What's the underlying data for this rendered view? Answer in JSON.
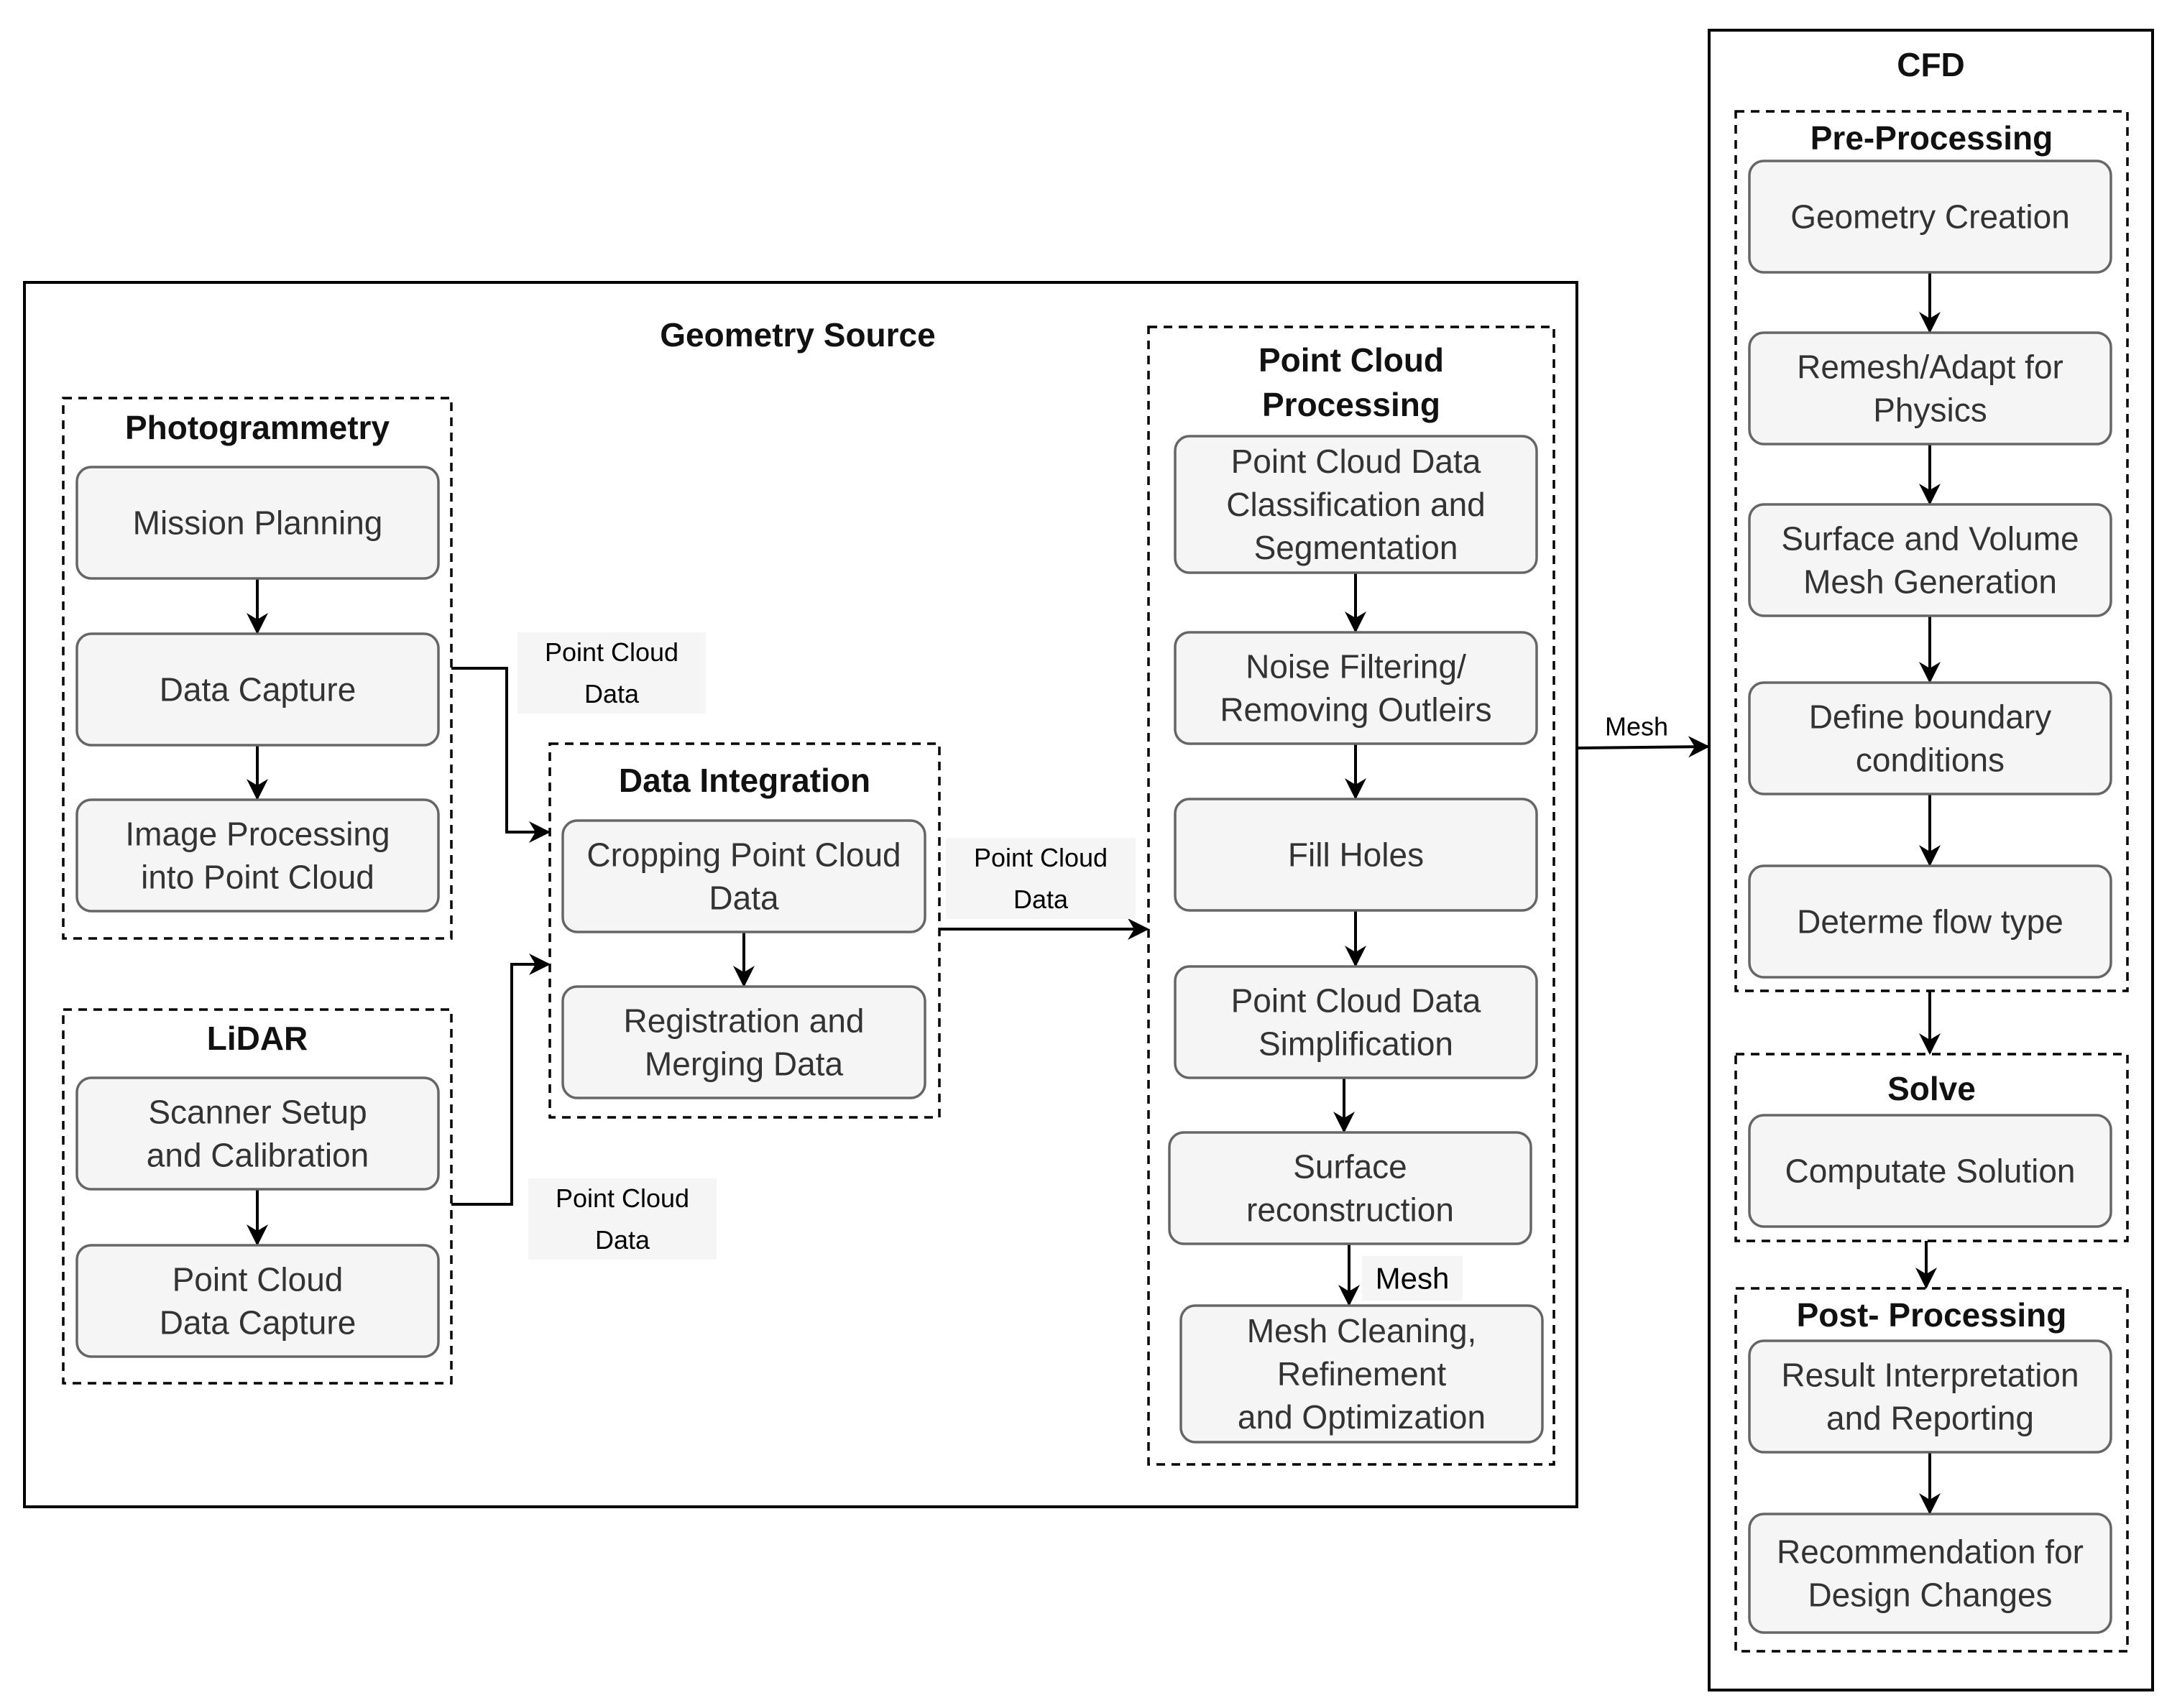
{
  "groups": {
    "geometry_source": "Geometry Source",
    "photogrammetry": "Photogrammetry",
    "lidar": "LiDAR",
    "data_integration": "Data Integration",
    "point_cloud_processing": [
      "Point Cloud",
      "Processing"
    ],
    "cfd": "CFD",
    "pre_processing": "Pre-Processing",
    "solve": "Solve",
    "post_processing": "Post- Processing"
  },
  "nodes": {
    "mission_planning": [
      "Mission Planning"
    ],
    "data_capture": [
      "Data Capture"
    ],
    "image_processing": [
      "Image Processing",
      "into Point Cloud"
    ],
    "scanner_setup": [
      "Scanner Setup",
      "and Calibration"
    ],
    "pc_data_capture": [
      "Point Cloud",
      "Data Capture"
    ],
    "cropping": [
      "Cropping Point Cloud",
      "Data"
    ],
    "registration": [
      "Registration and",
      "Merging Data"
    ],
    "classification": [
      "Point Cloud Data",
      "Classification and",
      "Segmentation"
    ],
    "noise_filtering": [
      "Noise Filtering/",
      "Removing Outleirs"
    ],
    "fill_holes": [
      "Fill Holes"
    ],
    "simplification": [
      "Point Cloud Data",
      "Simplification"
    ],
    "surface_reconstruction": [
      "Surface",
      "reconstruction"
    ],
    "mesh_cleaning": [
      "Mesh Cleaning,",
      "Refinement",
      "and Optimization"
    ],
    "geometry_creation": [
      "Geometry Creation"
    ],
    "remesh": [
      "Remesh/Adapt for",
      "Physics"
    ],
    "surface_volume_mesh": [
      "Surface and Volume",
      "Mesh Generation"
    ],
    "boundary_conditions": [
      "Define boundary",
      "conditions"
    ],
    "flow_type": [
      "Determe flow type"
    ],
    "compute_solution": [
      "Computate Solution"
    ],
    "result_interpretation": [
      "Result Interpretation",
      "and Reporting"
    ],
    "recommendation": [
      "Recommendation for",
      "Design Changes"
    ]
  },
  "edge_labels": {
    "photo_to_integration": [
      "Point Cloud",
      "Data"
    ],
    "lidar_to_integration": [
      "Point Cloud",
      "Data"
    ],
    "integration_to_processing": [
      "Point Cloud",
      "Data"
    ],
    "geometry_to_cfd": [
      "Mesh"
    ],
    "surface_to_mesh": [
      "Mesh"
    ]
  }
}
